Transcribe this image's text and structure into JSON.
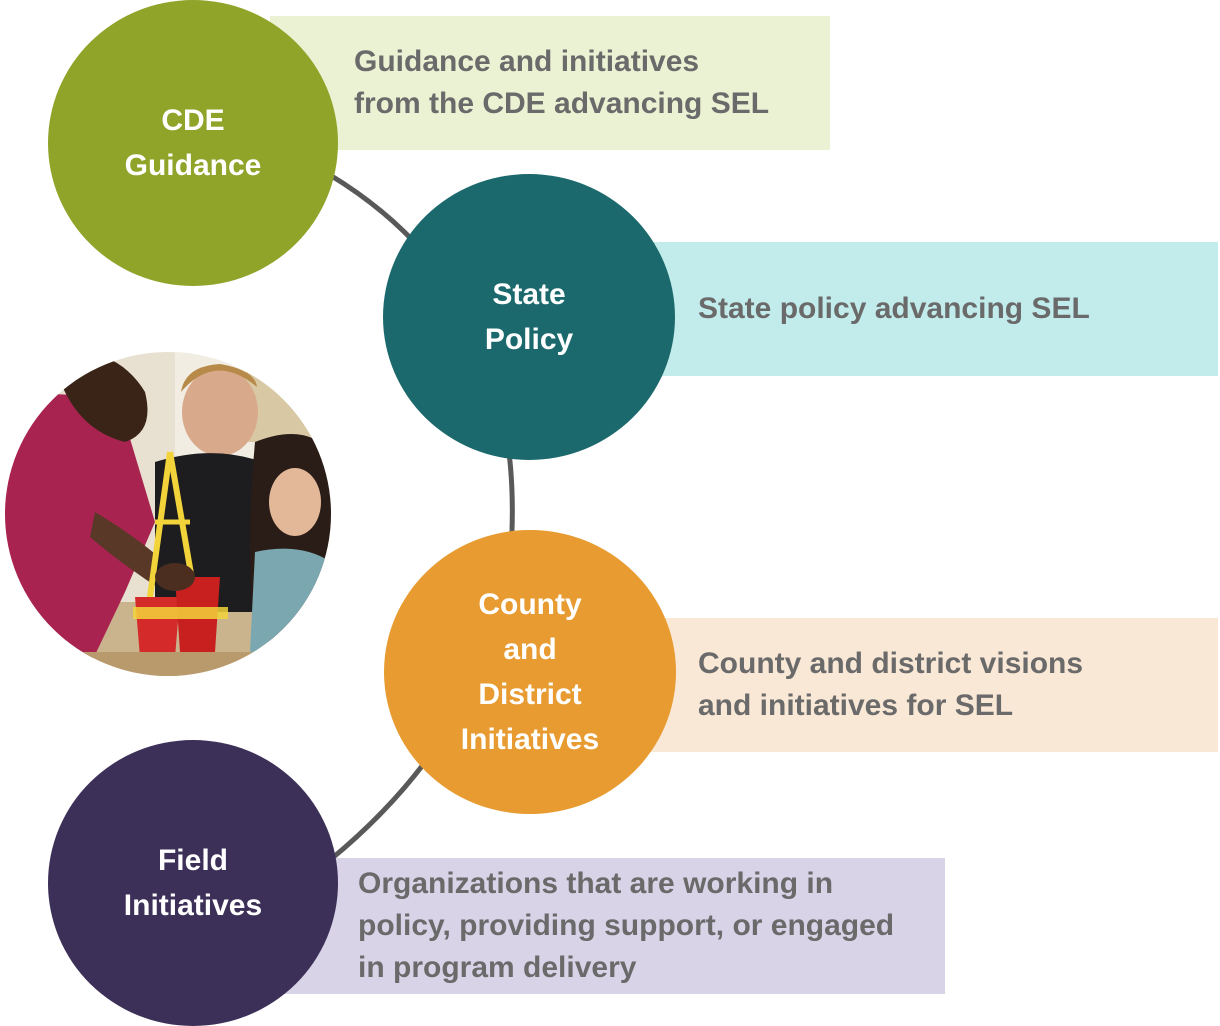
{
  "stages": [
    {
      "title_lines": [
        "CDE",
        "Guidance"
      ],
      "description_lines": [
        "Guidance and initiatives",
        "from the CDE advancing SEL"
      ],
      "circle_color": "#90a42a",
      "box_color": "#ebf1d3"
    },
    {
      "title_lines": [
        "State",
        "Policy"
      ],
      "description_lines": [
        "State policy advancing SEL"
      ],
      "circle_color": "#1b696c",
      "box_color": "#c2ecec"
    },
    {
      "title_lines": [
        "County",
        "and",
        "District",
        "Initiatives"
      ],
      "description_lines": [
        "County and district visions",
        "and initiatives for SEL"
      ],
      "circle_color": "#e89b30",
      "box_color": "#f9e8d6"
    },
    {
      "title_lines": [
        "Field",
        "Initiatives"
      ],
      "description_lines": [
        "Organizations that are working in",
        "policy, providing support, or engaged",
        "in program delivery"
      ],
      "circle_color": "#3d3058",
      "box_color": "#d9d3e8"
    }
  ],
  "colors": {
    "connector": "#595959",
    "description_text": "#6a6a6a",
    "circle_text": "#ffffff"
  },
  "photo": {
    "icon": "students-building-photo"
  }
}
